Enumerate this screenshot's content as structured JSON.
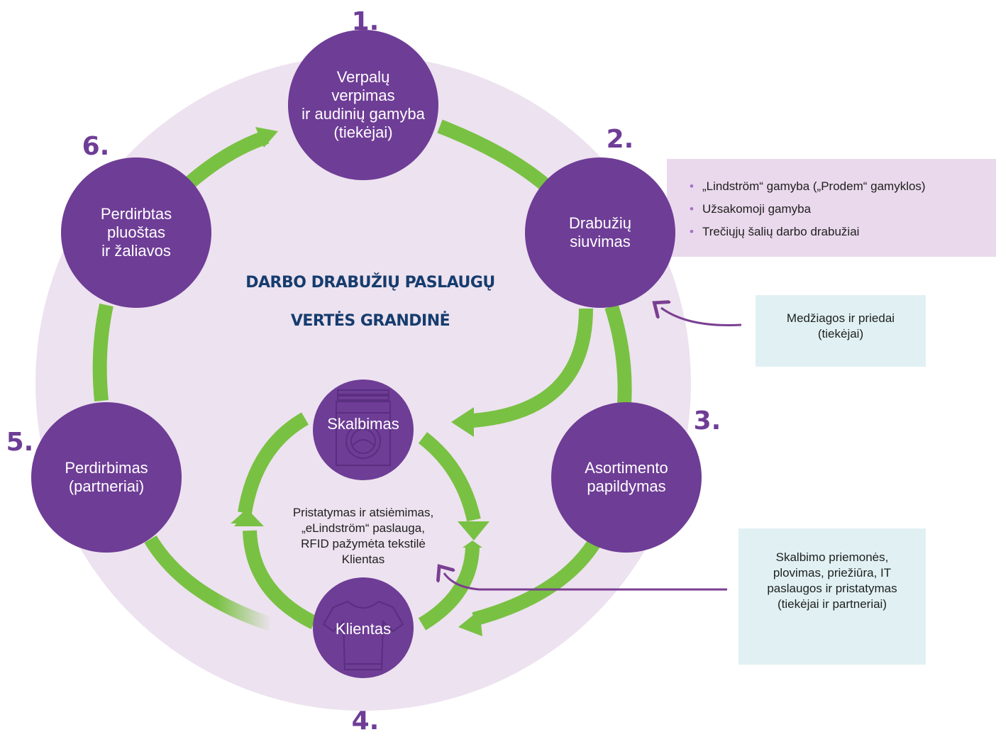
{
  "title": {
    "line1": "DARBO DRABUŽIŲ PASLAUGŲ",
    "line2": "VERTĖS GRANDINĖ"
  },
  "steps": [
    {
      "number": "1.",
      "label": [
        "Verpalų",
        "verpimas",
        "ir audinių gamyba",
        "(tiekėjai)"
      ]
    },
    {
      "number": "2.",
      "label": [
        "Drabužių",
        "siuvimas"
      ]
    },
    {
      "number": "3.",
      "label": [
        "Asortimento",
        "papildymas"
      ]
    },
    {
      "number": "4.",
      "label": [
        "Klientas"
      ]
    },
    {
      "number": "5.",
      "label": [
        "Perdirbimas",
        "(partneriai)"
      ]
    },
    {
      "number": "6.",
      "label": [
        "Perdirbtas",
        "pluoštas",
        "ir žaliavos"
      ]
    }
  ],
  "inner_cycle": {
    "washing_label": "Skalbimas",
    "center_text": [
      "Pristatymas ir atsiėmimas,",
      "„eLindström“ paslauga,",
      "RFID pažymėta tekstilė",
      "Klientas"
    ]
  },
  "production_panel": {
    "items": [
      "„Lindström“ gamyba („Prodem“ gamyklos)",
      "Užsakomoji gamyba",
      "Trečiųjų šalių darbo drabužiai"
    ]
  },
  "materials_box": {
    "lines": [
      "Medžiagos ir priedai",
      "(tiekėjai)"
    ]
  },
  "services_box": {
    "lines": [
      "Skalbimo priemonės,",
      "plovimas, priežiūra, IT",
      "paslaugos ir pristatymas",
      "(tiekėjai ir partneriai)"
    ]
  },
  "icons": {
    "washing_machine": "washing-machine-icon",
    "tshirt": "tshirt-icon"
  },
  "colors": {
    "node_purple": "#6e3d96",
    "arrow_green": "#79c143",
    "background_lilac": "#ede2ef",
    "panel_lilac": "#ead9ec",
    "box_cyan": "#e1f1f3",
    "title_navy": "#163c6e",
    "pointer_purple": "#7a3f92"
  }
}
